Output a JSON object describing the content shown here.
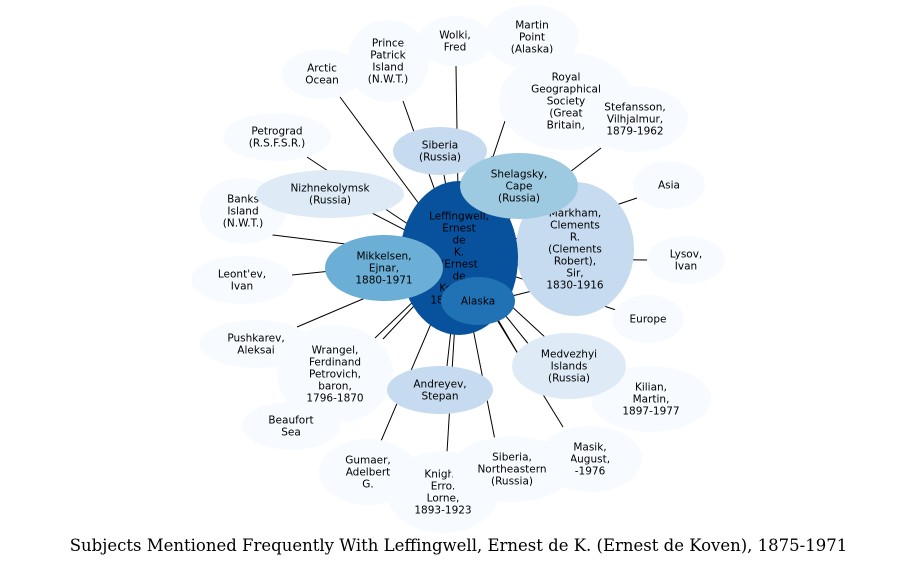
{
  "title": "Subjects Mentioned Frequently With Leffingwell, Ernest de K. (Ernest de Koven), 1875-1971",
  "colors": {
    "background": "#ffffff",
    "edge": "#000000",
    "level_1": "#f7fbff",
    "level_2": "#deebf7",
    "level_3": "#c6dbef",
    "level_4": "#9ecae1",
    "level_5": "#6baed6",
    "level_6": "#2171b5",
    "level_7": "#08519c"
  },
  "center": {
    "id": "leffingwell",
    "lines": [
      "Leffingwell,",
      "Ernest",
      "de",
      "K.",
      "(Ernest",
      "de",
      "Koven),",
      "1875-1971"
    ]
  },
  "nodes": [
    {
      "id": "arctic-ocean",
      "lines": [
        "Arctic",
        "Ocean"
      ],
      "level": 1
    },
    {
      "id": "prince-patrick",
      "lines": [
        "Prince",
        "Patrick",
        "Island",
        "(N.W.T.)"
      ],
      "level": 1
    },
    {
      "id": "wolki",
      "lines": [
        "Wolki,",
        "Fred"
      ],
      "level": 1
    },
    {
      "id": "martin-point",
      "lines": [
        "Martin",
        "Point",
        "(Alaska)"
      ],
      "level": 1
    },
    {
      "id": "rgs",
      "lines": [
        "Royal",
        "Geographical",
        "Society",
        "(Great",
        "Britain)"
      ],
      "level": 1
    },
    {
      "id": "stefansson",
      "lines": [
        "Stefansson,",
        "Vilhjalmur,",
        "1879-1962"
      ],
      "level": 1
    },
    {
      "id": "petrograd",
      "lines": [
        "Petrograd",
        "(R.S.F.S.R.)"
      ],
      "level": 1
    },
    {
      "id": "banks",
      "lines": [
        "Banks",
        "Island",
        "(N.W.T.)"
      ],
      "level": 1
    },
    {
      "id": "asia",
      "lines": [
        "Asia"
      ],
      "level": 1
    },
    {
      "id": "lysov",
      "lines": [
        "Lysov,",
        "Ivan"
      ],
      "level": 1
    },
    {
      "id": "leontev",
      "lines": [
        "Leont'ev,",
        "Ivan"
      ],
      "level": 1
    },
    {
      "id": "europe",
      "lines": [
        "Europe"
      ],
      "level": 1
    },
    {
      "id": "pushkarev",
      "lines": [
        "Pushkarev,",
        "Aleksai"
      ],
      "level": 1
    },
    {
      "id": "kilian",
      "lines": [
        "Kilian,",
        "Martin,",
        "1897-1977"
      ],
      "level": 1
    },
    {
      "id": "wrangel",
      "lines": [
        "Wrangel,",
        "Ferdinand",
        "Petrovich,",
        "baron,",
        "1796-1870"
      ],
      "level": 1
    },
    {
      "id": "beaufort",
      "lines": [
        "Beaufort",
        "Sea"
      ],
      "level": 1
    },
    {
      "id": "masik",
      "lines": [
        "Masik,",
        "August,",
        "-1976"
      ],
      "level": 1
    },
    {
      "id": "gumaer",
      "lines": [
        "Gumaer,",
        "Adelbert",
        "G."
      ],
      "level": 1
    },
    {
      "id": "knight",
      "lines": [
        "Knight,",
        "Erro.",
        "Lorne,",
        "1893-1923"
      ],
      "level": 1
    },
    {
      "id": "siberia-ne",
      "lines": [
        "Siberia,",
        "Northeastern",
        "(Russia)"
      ],
      "level": 1
    },
    {
      "id": "nizhnekolymsk",
      "lines": [
        "Nizhnekolymsk",
        "(Russia)"
      ],
      "level": 2
    },
    {
      "id": "medvezhyi",
      "lines": [
        "Medvezhyi",
        "Islands",
        "(Russia)"
      ],
      "level": 2
    },
    {
      "id": "siberia",
      "lines": [
        "Siberia",
        "(Russia)"
      ],
      "level": 3
    },
    {
      "id": "andreyev",
      "lines": [
        "Andreyev,",
        "Stepan"
      ],
      "level": 3
    },
    {
      "id": "markham",
      "lines": [
        "Markham,",
        "Clements",
        "R.",
        "(Clements",
        "Robert),",
        "Sir,",
        "1830-1916"
      ],
      "level": 3
    },
    {
      "id": "shelagsky",
      "lines": [
        "Shelagsky,",
        "Cape",
        "(Russia)"
      ],
      "level": 4
    },
    {
      "id": "mikkelsen",
      "lines": [
        "Mikkelsen,",
        "Ejnar,",
        "1880-1971"
      ],
      "level": 5
    },
    {
      "id": "alaska",
      "lines": [
        "Alaska"
      ],
      "level": 6
    }
  ]
}
